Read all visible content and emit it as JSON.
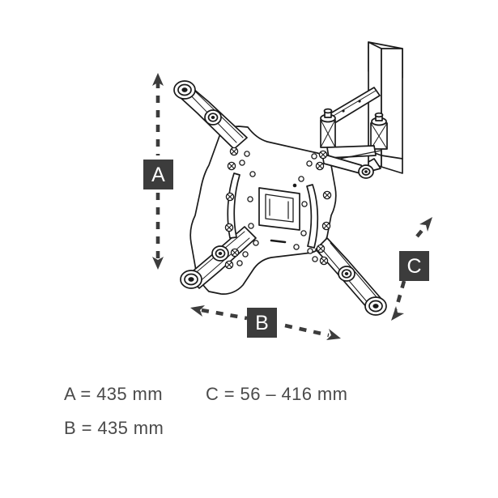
{
  "page": {
    "background_color": "#ffffff",
    "title": "TV wall mount dimension diagram"
  },
  "product": {
    "name": "articulating-tv-wall-mount",
    "line_color": "#1a1a1a",
    "fill_color": "#ffffff"
  },
  "dimension_markers": [
    {
      "id": "A",
      "label": "A",
      "box_color": "#3c3c3c",
      "text_color": "#ffffff",
      "orientation": "vertical",
      "arrow_style": "dashed-double-headed"
    },
    {
      "id": "B",
      "label": "B",
      "box_color": "#3c3c3c",
      "text_color": "#ffffff",
      "orientation": "diagonal",
      "arrow_style": "dashed-double-headed"
    },
    {
      "id": "C",
      "label": "C",
      "box_color": "#3c3c3c",
      "text_color": "#ffffff",
      "orientation": "diagonal",
      "arrow_style": "dashed-double-headed"
    }
  ],
  "captions": {
    "a_dimension": "A = 435 mm",
    "b_dimension": "B = 435 mm",
    "c_dimension": "C = 56 – 416 mm",
    "text_color": "#4a4a4a"
  }
}
